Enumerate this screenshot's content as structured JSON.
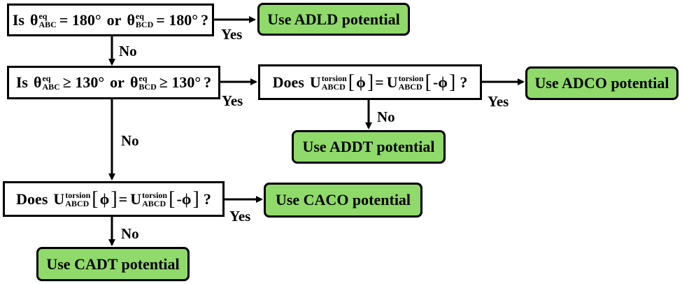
{
  "q1": {
    "is": "Is",
    "theta": "θ",
    "eq": "eq",
    "abc": "ABC",
    "bcd": "BCD",
    "op1": "= 180°",
    "or": "or",
    "op2": "= 180°",
    "qmark": "?"
  },
  "q2": {
    "is": "Is",
    "theta": "θ",
    "eq": "eq",
    "abc": "ABC",
    "bcd": "BCD",
    "op1": "≥ 130°",
    "or": "or",
    "op2": "≥ 130°",
    "qmark": "?"
  },
  "q3": {
    "does": "Does",
    "u": "U",
    "torsion": "torsion",
    "abcd": "ABCD",
    "phi": "ϕ",
    "neg_phi": "-ϕ",
    "eq": "=",
    "qmark": "?"
  },
  "q4": {
    "does": "Does",
    "u": "U",
    "torsion": "torsion",
    "abcd": "ABCD",
    "phi": "ϕ",
    "neg_phi": "-ϕ",
    "eq": "=",
    "qmark": "?"
  },
  "results": {
    "adld": "Use ADLD potential",
    "adco": "Use ADCO potential",
    "addt": "Use ADDT potential",
    "caco": "Use CACO potential",
    "cadt": "Use CADT potential"
  },
  "labels": {
    "yes": "Yes",
    "no": "No"
  },
  "colors": {
    "result_fill": "#8fda6a",
    "stroke": "#000000"
  }
}
